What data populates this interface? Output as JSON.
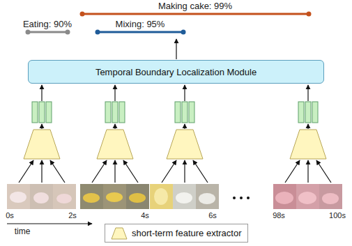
{
  "diagram": {
    "nodes": [
      {
        "text": [
          "Temporal Boundary Localization Module"
        ]
      }
    ],
    "labels": [
      "Making cake: 99%",
      "Eating: 90%",
      "Mixing: 95%",
      "0s",
      "2s",
      "4s",
      "6s",
      "98s",
      "100s",
      "time"
    ],
    "legend": [
      {
        "text": "short-term feature extractor"
      }
    ]
  }
}
